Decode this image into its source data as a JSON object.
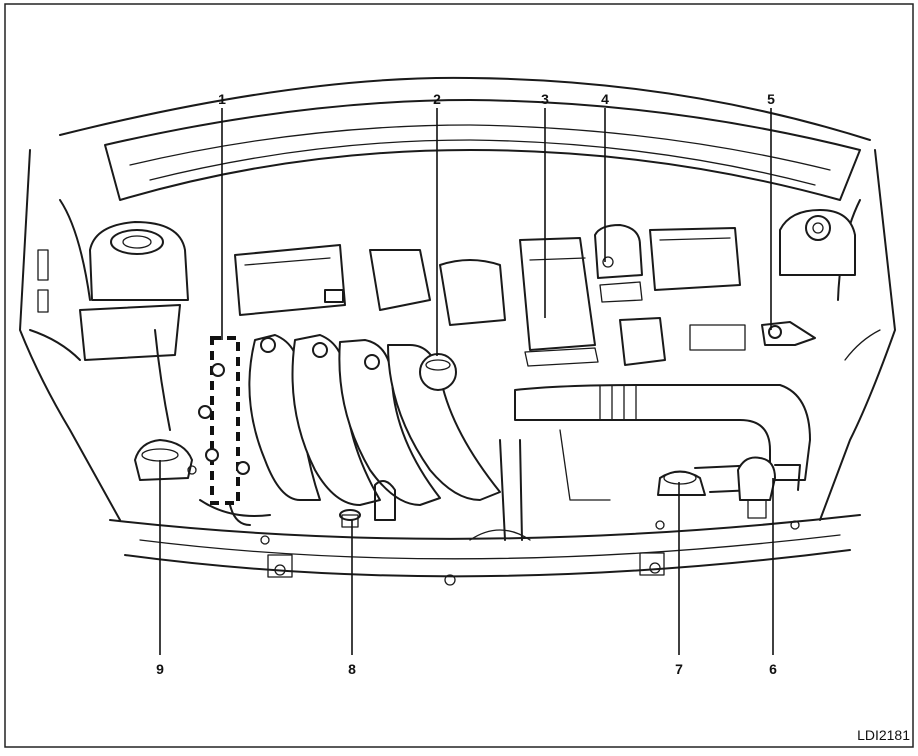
{
  "figure": {
    "code": "LDI2181",
    "callouts": [
      "1",
      "2",
      "3",
      "4",
      "5",
      "6",
      "7",
      "8",
      "9"
    ]
  }
}
